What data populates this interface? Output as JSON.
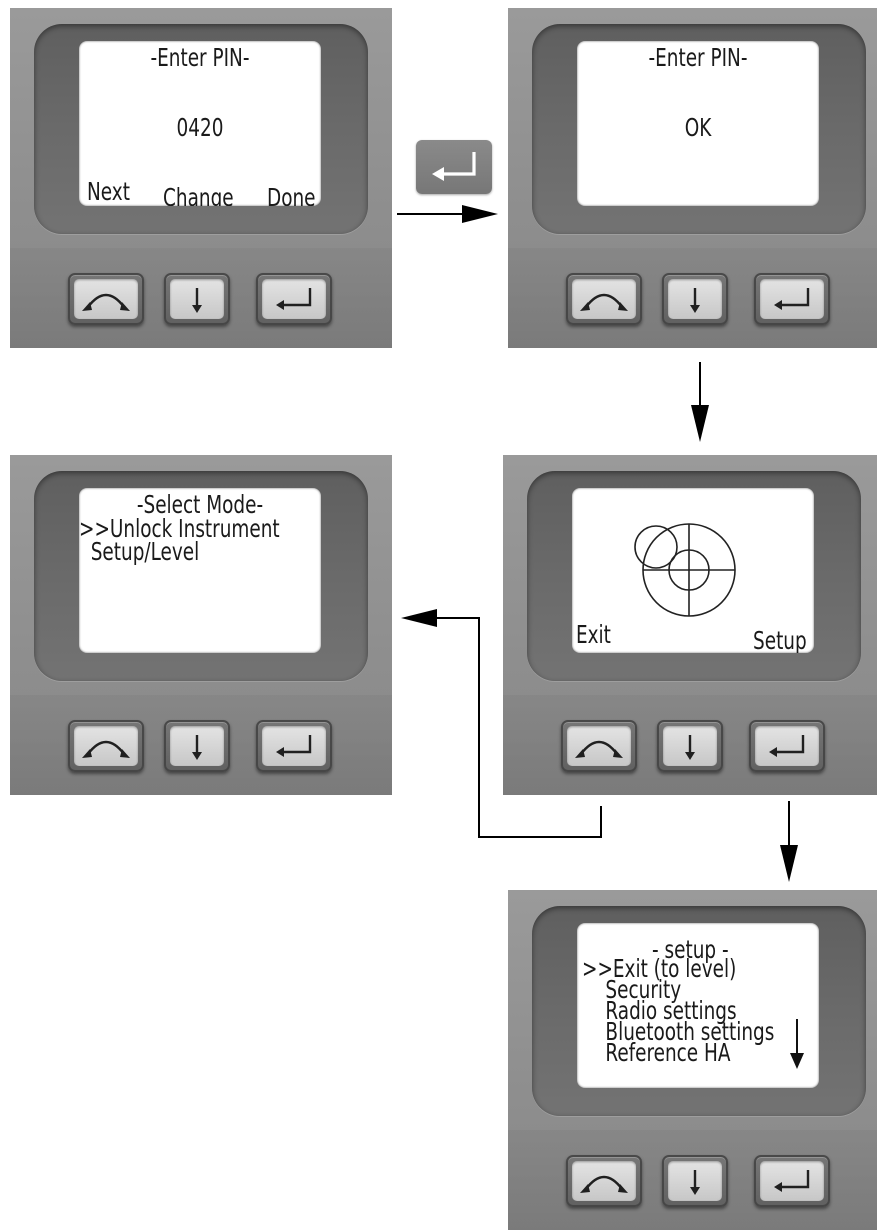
{
  "screens": {
    "pin_entry": {
      "title": "-Enter PIN-",
      "value": "0420",
      "softkeys": {
        "left": "Next",
        "middle": "Change",
        "right": "Done"
      }
    },
    "pin_ok": {
      "title": "-Enter PIN-",
      "status": "OK"
    },
    "level": {
      "softkeys": {
        "left": "Exit",
        "right": "Setup"
      }
    },
    "select_mode": {
      "title": "-Select Mode-",
      "items": [
        ">>Unlock Instrument",
        "  Setup/Level"
      ]
    },
    "setup": {
      "title": "- setup -",
      "items": [
        ">>Exit (to level)",
        "    Security",
        "    Radio settings",
        "    Bluetooth settings",
        "    Reference HA"
      ]
    }
  },
  "icons": {
    "key_left": "curved-arrow-icon",
    "key_middle": "down-arrow-icon",
    "key_right": "enter-arrow-icon",
    "transition_key": "enter-arrow-icon"
  },
  "colors": {
    "panel": "#8e8e8e",
    "bezel": "#666666",
    "screen": "#ffffff",
    "text": "#1a1a1a",
    "arrow": "#000000"
  }
}
